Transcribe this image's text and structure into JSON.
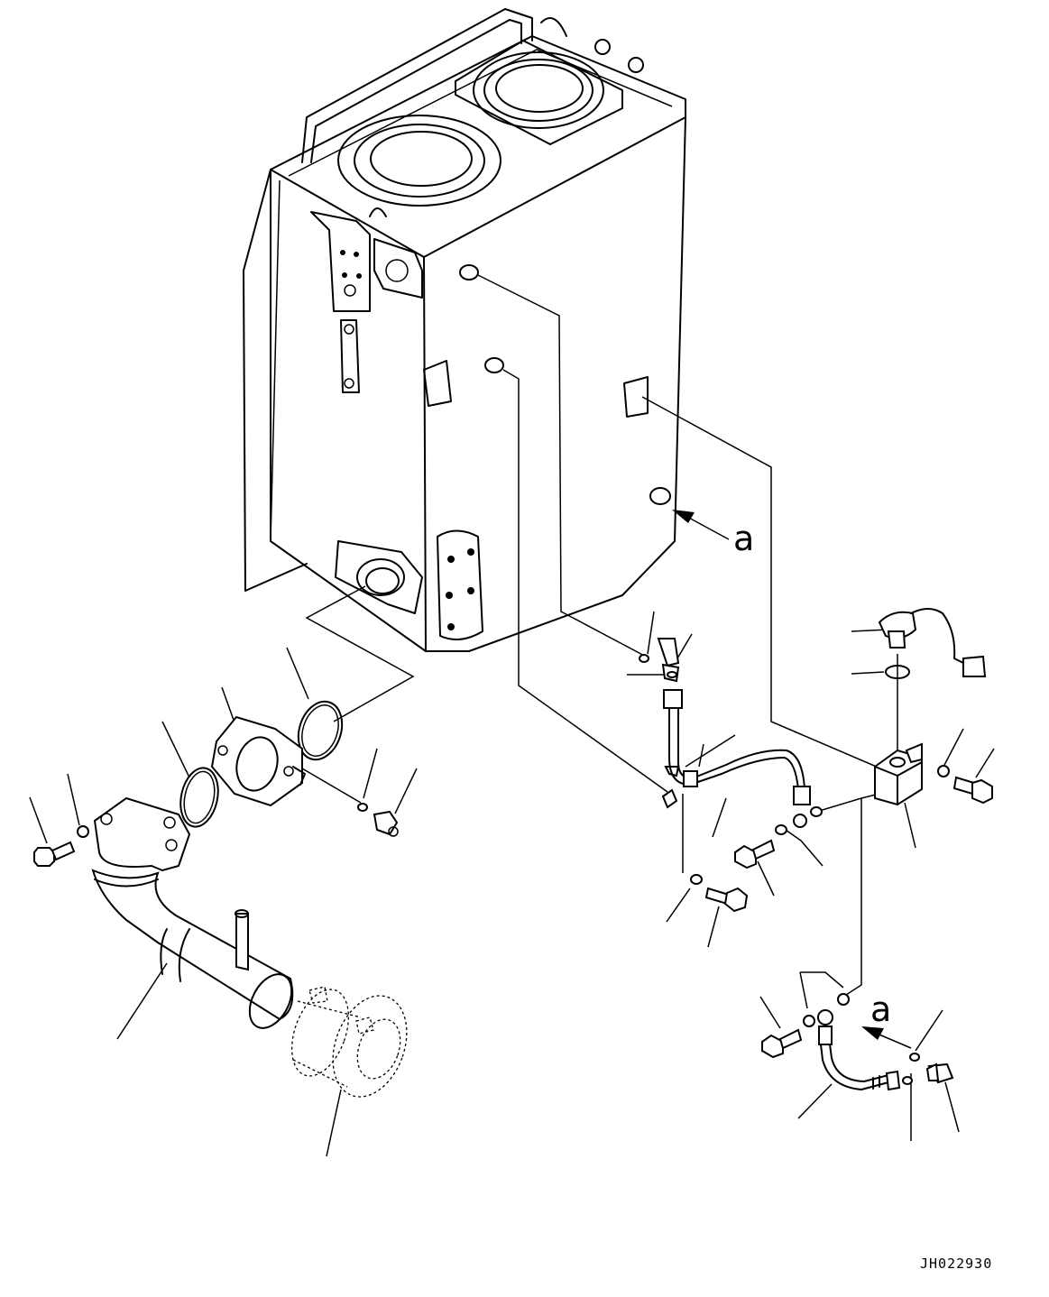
{
  "view_labels": {
    "view_a_upper": "a",
    "view_a_lower": "a"
  },
  "drawing_code": "JH022930"
}
